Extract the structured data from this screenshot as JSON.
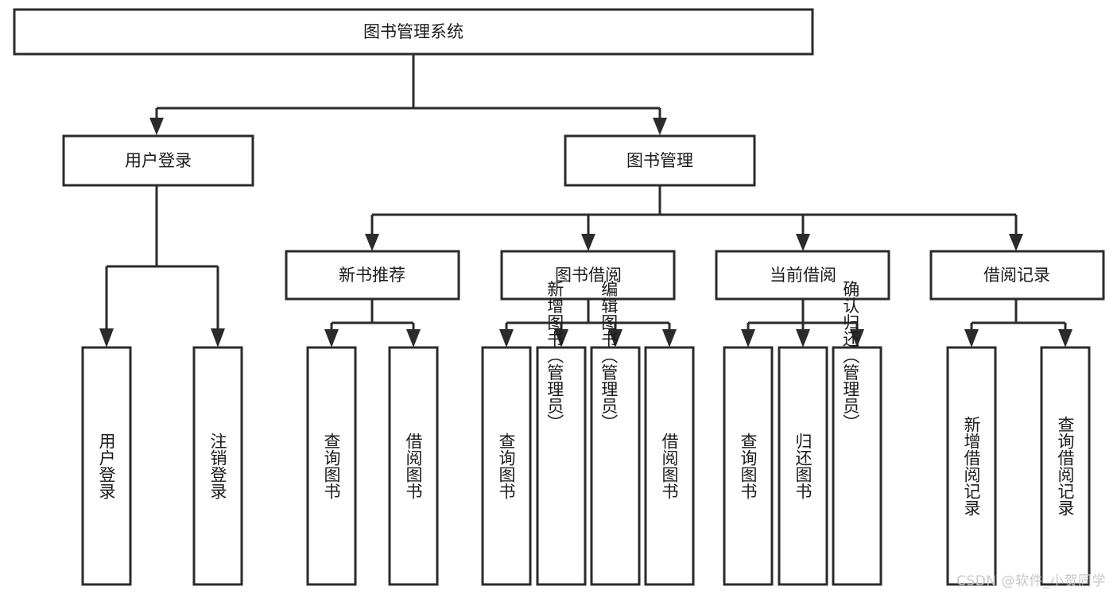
{
  "diagram": {
    "title": "图书管理系统",
    "type": "tree-hierarchy-chart",
    "background_color": "#ffffff",
    "line_color": "#2b2b2b",
    "text_color": "#1b1b1b",
    "box_fill": "#ffffff"
  },
  "watermark": {
    "text": "CSDN @软件_小贺同学",
    "color": "#c8c8c8"
  },
  "chart_data": {
    "type": "tree",
    "title": "图书管理系统",
    "orientation": "top-down",
    "levels": 3,
    "root": {
      "label": "图书管理系统",
      "children": [
        {
          "label": "用户登录",
          "children": [
            {
              "label": "用户登录"
            },
            {
              "label": "注销登录"
            }
          ]
        },
        {
          "label": "图书管理",
          "children": [
            {
              "label": "新书推荐",
              "children": [
                {
                  "label": "查询图书"
                },
                {
                  "label": "借阅图书"
                }
              ]
            },
            {
              "label": "图书借阅",
              "children": [
                {
                  "label": "查询图书"
                },
                {
                  "label": "新增图书（管理员）"
                },
                {
                  "label": "编辑图书（管理员）"
                },
                {
                  "label": "借阅图书"
                }
              ]
            },
            {
              "label": "当前借阅",
              "children": [
                {
                  "label": "查询图书"
                },
                {
                  "label": "归还图书"
                },
                {
                  "label": "确认归还（管理员）"
                }
              ]
            },
            {
              "label": "借阅记录",
              "children": [
                {
                  "label": "新增借阅记录"
                },
                {
                  "label": "查询借阅记录"
                }
              ]
            }
          ]
        }
      ]
    }
  },
  "nodes": {
    "root": {
      "label": "图书管理系统"
    },
    "l1": [
      {
        "label": "用户登录"
      },
      {
        "label": "图书管理"
      }
    ],
    "l2": [
      {
        "label": "新书推荐"
      },
      {
        "label": "图书借阅"
      },
      {
        "label": "当前借阅"
      },
      {
        "label": "借阅记录"
      }
    ],
    "leaves_user_login": [
      {
        "label": "用户登录"
      },
      {
        "label": "注销登录"
      }
    ],
    "leaves_new_books": [
      {
        "label": "查询图书"
      },
      {
        "label": "借阅图书"
      }
    ],
    "leaves_borrow": [
      {
        "label": "查询图书"
      },
      {
        "label": "新增图书（管理员）"
      },
      {
        "label": "编辑图书（管理员）"
      },
      {
        "label": "借阅图书"
      }
    ],
    "leaves_current": [
      {
        "label": "查询图书"
      },
      {
        "label": "归还图书"
      },
      {
        "label": "确认归还（管理员）"
      }
    ],
    "leaves_records": [
      {
        "label": "新增借阅记录"
      },
      {
        "label": "查询借阅记录"
      }
    ]
  }
}
